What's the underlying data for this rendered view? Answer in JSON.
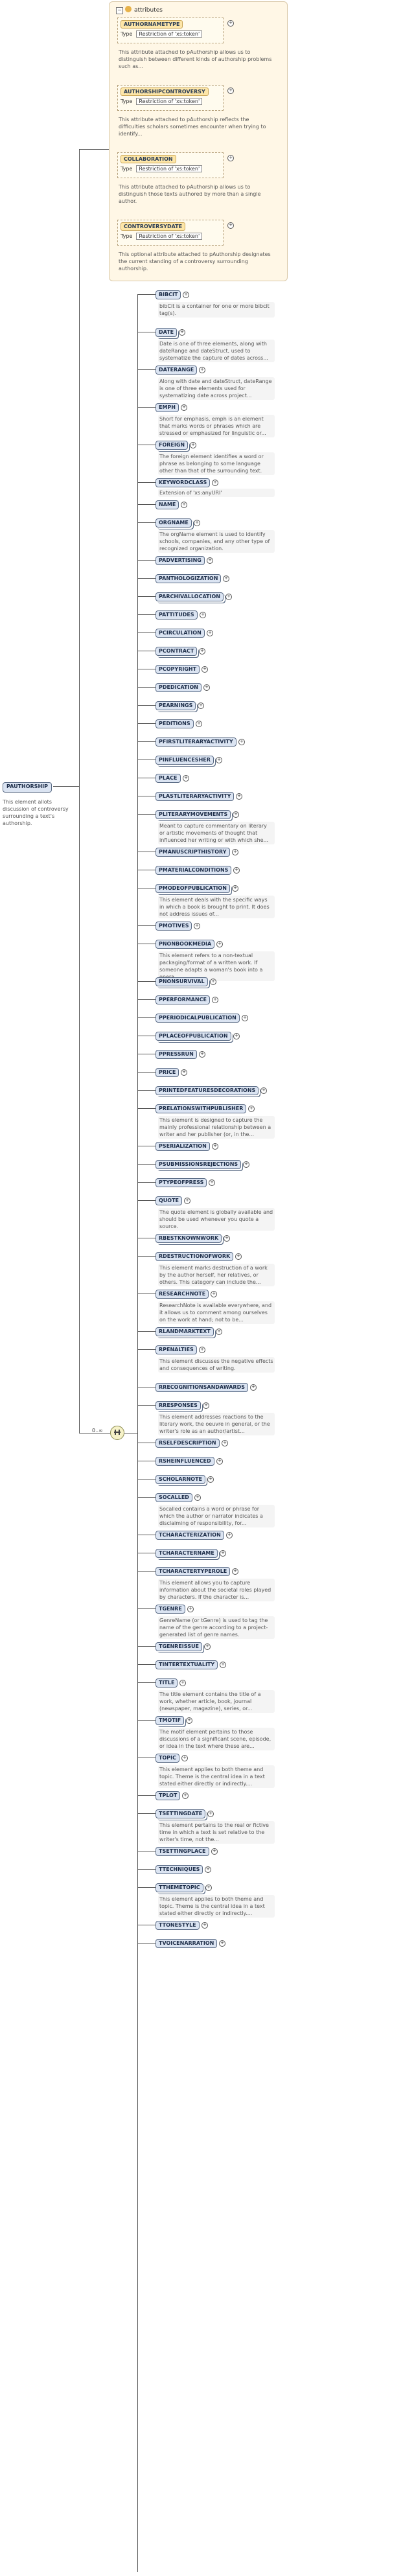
{
  "colors": {
    "element_fill": "#dbe4f2",
    "element_border": "#5a6b85",
    "attr_panel": "#fff7e6"
  },
  "root": {
    "name": "PAUTHORSHIP",
    "desc": "This element allots discussion of controversy surrounding a text's authorship."
  },
  "attributes": {
    "title": "attributes",
    "type_label": "Type",
    "items": [
      {
        "name": "AUTHORNAMETYPE",
        "type": "Restriction of 'xs:token'",
        "desc": "This attribute attached to pAuthorship allows us to distinguish between different kinds of authorship problems such as..."
      },
      {
        "name": "AUTHORSHIPCONTROVERSY",
        "type": "Restriction of 'xs:token'",
        "desc": "This attribute attached to pAuthorship reflects the difficulties scholars sometimes encounter when trying to identify..."
      },
      {
        "name": "COLLABORATION",
        "type": "Restriction of 'xs:token'",
        "desc": "This attribute attached to pAuthorship allows us to distinguish those texts authored by more than a single author."
      },
      {
        "name": "CONTROVERSYDATE",
        "type": "Restriction of 'xs:token'",
        "desc": "This optional attribute attached to pAuthorship designates the current standing of a controversy surrounding authorship."
      }
    ]
  },
  "sequence": {
    "cardinality": "0..∞"
  },
  "elements": [
    {
      "name": "BIBCIT",
      "desc": "bibCit is a container for one or more bibcit tag(s)."
    },
    {
      "name": "DATE",
      "desc": "Date is one of three elements, along with dateRange and dateStruct, used to systematize the capture of dates across..."
    },
    {
      "name": "DATERANGE",
      "desc": "Along with date and dateStruct, dateRange is one of three elements used for systematizing date across project..."
    },
    {
      "name": "EMPH",
      "desc": "Short for emphasis, emph is an element that marks words or phrases which are stressed or emphasized for linguistic or..."
    },
    {
      "name": "FOREIGN",
      "desc": "The foreign element identifies a word or phrase as belonging to some language other than that of the surrounding text."
    },
    {
      "name": "KEYWORDCLASS",
      "type": "Extension of 'xs:anyURI'"
    },
    {
      "name": "NAME"
    },
    {
      "name": "ORGNAME",
      "desc": "The orgName element is used to identify schools, companies, and any other type of recognized organization."
    },
    {
      "name": "PADVERTISING"
    },
    {
      "name": "PANTHOLOGIZATION"
    },
    {
      "name": "PARCHIVALLOCATION"
    },
    {
      "name": "PATTITUDES"
    },
    {
      "name": "PCIRCULATION"
    },
    {
      "name": "PCONTRACT"
    },
    {
      "name": "PCOPYRIGHT"
    },
    {
      "name": "PDEDICATION"
    },
    {
      "name": "PEARNINGS"
    },
    {
      "name": "PEDITIONS"
    },
    {
      "name": "PFIRSTLITERARYACTIVITY"
    },
    {
      "name": "PINFLUENCESHER"
    },
    {
      "name": "PLACE"
    },
    {
      "name": "PLASTLITERARYACTIVITY"
    },
    {
      "name": "PLITERARYMOVEMENTS",
      "desc": "Meant to capture commentary on literary or artistic movements of thought that influenced her writing or with which she..."
    },
    {
      "name": "PMANUSCRIPTHISTORY"
    },
    {
      "name": "PMATERIALCONDITIONS"
    },
    {
      "name": "PMODEOFPUBLICATION",
      "desc": "This element deals with the specific ways in which a book is brought to print. It does not address issues of..."
    },
    {
      "name": "PMOTIVES"
    },
    {
      "name": "PNONBOOKMEDIA",
      "desc": "This element refers to a non-textual packaging/format of a written work. If someone adapts a woman's book into a opera..."
    },
    {
      "name": "PNONSURVIVAL"
    },
    {
      "name": "PPERFORMANCE"
    },
    {
      "name": "PPERIODICALPUBLICATION"
    },
    {
      "name": "PPLACEOFPUBLICATION"
    },
    {
      "name": "PPRESSRUN"
    },
    {
      "name": "PRICE"
    },
    {
      "name": "PRINTEDFEATURESDECORATIONS"
    },
    {
      "name": "PRELATIONSWITHPUBLISHER",
      "desc": "This element is designed to capture the mainly professional relationship between a writer and her publisher (or, in the..."
    },
    {
      "name": "PSERIALIZATION"
    },
    {
      "name": "PSUBMISSIONSREJECTIONS"
    },
    {
      "name": "PTYPEOFPRESS"
    },
    {
      "name": "QUOTE",
      "desc": "The quote element is globally available and should be used whenever you quote a source."
    },
    {
      "name": "RBESTKNOWNWORK"
    },
    {
      "name": "RDESTRUCTIONOFWORK",
      "desc": "This element marks destruction of a work by the author herself, her relatives, or others. This category can include the..."
    },
    {
      "name": "RESEARCHNOTE",
      "desc": "ResearchNote is available everywhere, and it allows us to comment among ourselves on the work at hand; not to be..."
    },
    {
      "name": "RLANDMARKTEXT"
    },
    {
      "name": "RPENALTIES",
      "desc": "This element discusses the negative effects and consequences of writing."
    },
    {
      "name": "RRECOGNITIONSANDAWARDS"
    },
    {
      "name": "RRESPONSES",
      "desc": "This element addresses reactions to the literary work, the oeuvre in general, or the writer's role as an author/artist..."
    },
    {
      "name": "RSELFDESCRIPTION"
    },
    {
      "name": "RSHEINFLUENCED"
    },
    {
      "name": "SCHOLARNOTE"
    },
    {
      "name": "SOCALLED",
      "desc": "Socalled contains a word or phrase for which the author or narrator indicates a disclaiming of responsibility, for..."
    },
    {
      "name": "TCHARACTERIZATION"
    },
    {
      "name": "TCHARACTERNAME"
    },
    {
      "name": "TCHARACTERTYPEROLE",
      "desc": "This element allows you to capture information about the societal roles played by characters. If the character is..."
    },
    {
      "name": "TGENRE",
      "desc": "GenreName (or tGenre) is used to tag the name of the genre according to a project-generated list of genre names."
    },
    {
      "name": "TGENREISSUE"
    },
    {
      "name": "TINTERTEXTUALITY"
    },
    {
      "name": "TITLE",
      "desc": "The title element contains the title of a work, whether article, book, journal (newspaper, magazine), series, or..."
    },
    {
      "name": "TMOTIF",
      "desc": "The motif element pertains to those discussions of a significant scene, episode, or idea in the text where these are..."
    },
    {
      "name": "TOPIC",
      "desc": "This element applies to both theme and topic. Theme is the central idea in a text stated either directly or indirectly...."
    },
    {
      "name": "TPLOT"
    },
    {
      "name": "TSETTINGDATE",
      "desc": "This element pertains to the real or fictive time in which a text is set relative to the writer's time, not the..."
    },
    {
      "name": "TSETTINGPLACE"
    },
    {
      "name": "TTECHNIQUES"
    },
    {
      "name": "TTHEMETOPIC",
      "desc": "This element applies to both theme and topic. Theme is the central idea in a text stated either directly or indirectly...."
    },
    {
      "name": "TTONESTYLE"
    },
    {
      "name": "TVOICENARRATION"
    }
  ]
}
